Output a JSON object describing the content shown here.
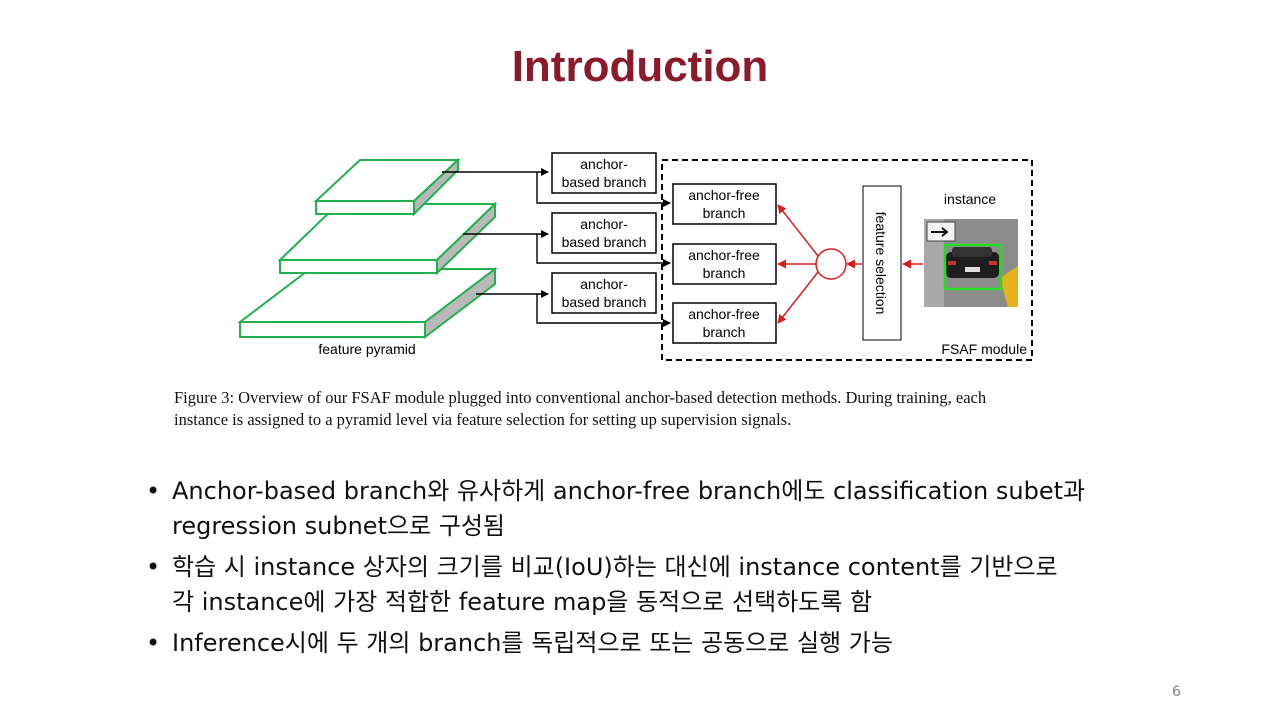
{
  "slide": {
    "title": "Introduction",
    "page_number": "6"
  },
  "figure": {
    "anchor_based_label_1": "anchor-",
    "anchor_based_label_2": "based branch",
    "anchor_free_label_1": "anchor-free",
    "anchor_free_label_2": "branch",
    "feature_pyramid_label": "feature pyramid",
    "feature_selection_label": "feature selection",
    "instance_label": "instance",
    "module_label": "FSAF module",
    "colors": {
      "pyramid": "#22b14c",
      "arrows_red": "#d62020",
      "dashed": "#000000"
    }
  },
  "caption": {
    "line1": "Figure 3: Overview of our FSAF module plugged into conventional anchor-based detection methods. During training, each",
    "line2": "instance is assigned to a pyramid level via feature selection for setting up supervision signals."
  },
  "bullets": [
    {
      "line1": "Anchor-based branch와 유사하게 anchor-free branch에도 classification subet과",
      "line2": "regression subnet으로 구성됨"
    },
    {
      "line1": "학습 시 instance 상자의 크기를 비교(IoU)하는 대신에 instance content를 기반으로",
      "line2": "각 instance에 가장 적합한 feature map을 동적으로 선택하도록 함"
    },
    {
      "line1": "Inference시에 두 개의 branch를 독립적으로 또는 공동으로 실행 가능",
      "line2": ""
    }
  ]
}
